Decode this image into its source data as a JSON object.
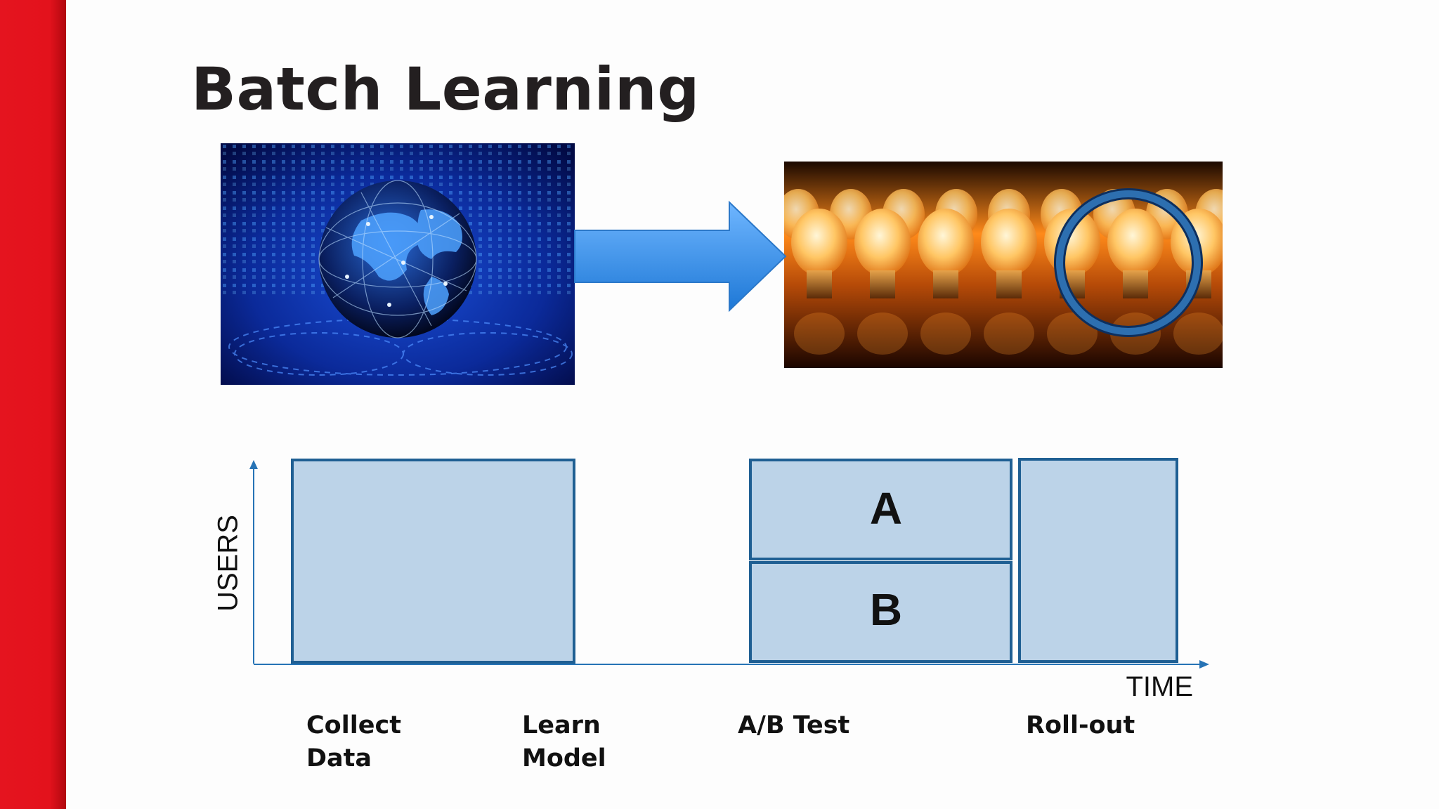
{
  "slide": {
    "title": "Batch Learning"
  },
  "images": {
    "left": "globe-network-photo",
    "right": "lightbulbs-photo"
  },
  "diagram": {
    "y_axis_label": "USERS",
    "x_axis_label": "TIME",
    "segments": [
      {
        "letter": "A"
      },
      {
        "letter": "B"
      }
    ],
    "steps": [
      {
        "line1": "Collect",
        "line2": "Data"
      },
      {
        "line1": "Learn",
        "line2": "Model"
      },
      {
        "line1": "A/B Test",
        "line2": ""
      },
      {
        "line1": "Roll-out",
        "line2": ""
      }
    ]
  },
  "colors": {
    "brand_red": "#e3121c",
    "box_fill": "#bcd3e8",
    "box_stroke": "#1f5f93",
    "axis": "#2673b5",
    "arrow": "#3d8ee0"
  }
}
